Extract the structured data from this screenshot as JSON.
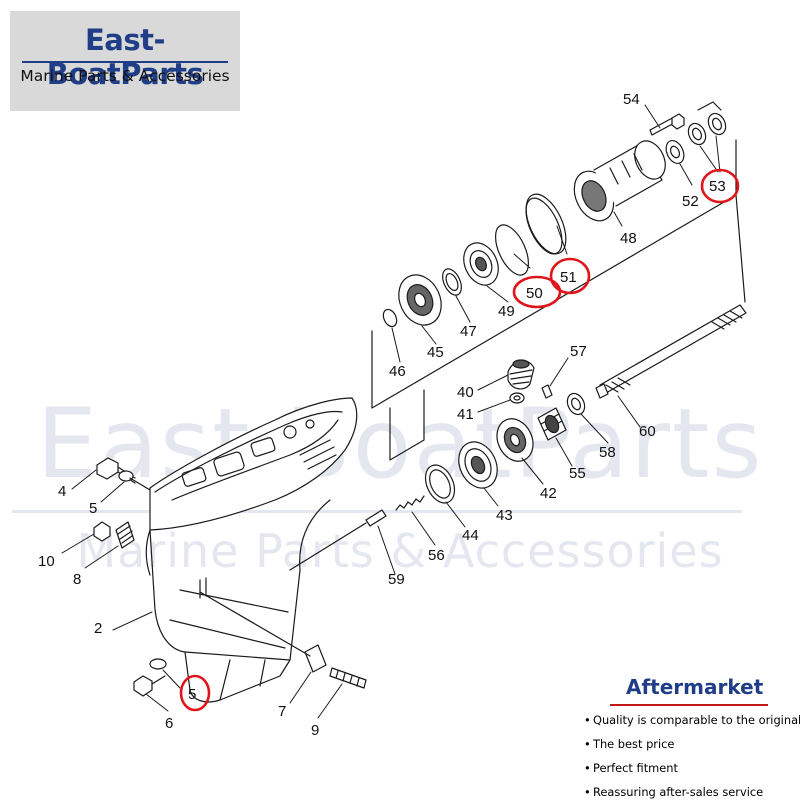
{
  "brand": {
    "name": "East-BoatParts",
    "tagline": "Marine Parts & Accessories"
  },
  "watermark": {
    "name": "East-BoatParts",
    "tagline": "Marine Parts & Accessories"
  },
  "aftermarket": {
    "title": "Aftermarket",
    "features": [
      "Quality is comparable to the original",
      "The best price",
      "Perfect fitment",
      "Reassuring after-sales service"
    ]
  },
  "colors": {
    "brand_blue": "#1f3e87",
    "highlight_red": "#e0151b",
    "line_art": "#1a1a1a"
  },
  "parts": [
    {
      "id": "p2",
      "number": "2",
      "highlighted": false
    },
    {
      "id": "p4",
      "number": "4",
      "highlighted": false
    },
    {
      "id": "p5a",
      "number": "5",
      "highlighted": false
    },
    {
      "id": "p5b",
      "number": "5",
      "highlighted": true
    },
    {
      "id": "p6",
      "number": "6",
      "highlighted": false
    },
    {
      "id": "p7",
      "number": "7",
      "highlighted": false
    },
    {
      "id": "p8",
      "number": "8",
      "highlighted": false
    },
    {
      "id": "p9",
      "number": "9",
      "highlighted": false
    },
    {
      "id": "p10",
      "number": "10",
      "highlighted": false
    },
    {
      "id": "p40",
      "number": "40",
      "highlighted": false
    },
    {
      "id": "p41",
      "number": "41",
      "highlighted": false
    },
    {
      "id": "p42",
      "number": "42",
      "highlighted": false
    },
    {
      "id": "p43",
      "number": "43",
      "highlighted": false
    },
    {
      "id": "p44",
      "number": "44",
      "highlighted": false
    },
    {
      "id": "p45",
      "number": "45",
      "highlighted": false
    },
    {
      "id": "p46",
      "number": "46",
      "highlighted": false
    },
    {
      "id": "p47",
      "number": "47",
      "highlighted": false
    },
    {
      "id": "p48",
      "number": "48",
      "highlighted": false
    },
    {
      "id": "p49",
      "number": "49",
      "highlighted": false
    },
    {
      "id": "p50",
      "number": "50",
      "highlighted": true
    },
    {
      "id": "p51",
      "number": "51",
      "highlighted": true
    },
    {
      "id": "p52",
      "number": "52",
      "highlighted": false
    },
    {
      "id": "p53",
      "number": "53",
      "highlighted": true
    },
    {
      "id": "p54",
      "number": "54",
      "highlighted": false
    },
    {
      "id": "p55",
      "number": "55",
      "highlighted": false
    },
    {
      "id": "p56",
      "number": "56",
      "highlighted": false
    },
    {
      "id": "p57",
      "number": "57",
      "highlighted": false
    },
    {
      "id": "p58",
      "number": "58",
      "highlighted": false
    },
    {
      "id": "p59",
      "number": "59",
      "highlighted": false
    },
    {
      "id": "p60",
      "number": "60",
      "highlighted": false
    }
  ]
}
